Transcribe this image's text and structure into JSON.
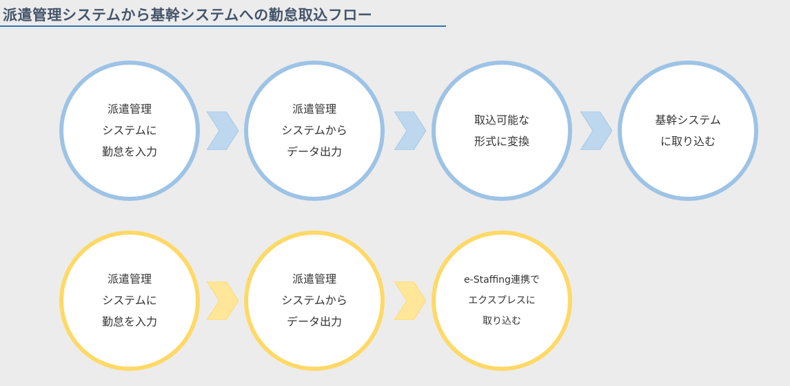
{
  "title": "派遣管理システムから基幹システムへの勤怠取込フロー",
  "rows": [
    {
      "color": "#9dc3e6",
      "chevron_color": "#bdd7ee",
      "steps": [
        {
          "lines": [
            "派遣管理",
            "システムに",
            "勤怠を入力"
          ]
        },
        {
          "lines": [
            "派遣管理",
            "システムから",
            "データ出力"
          ]
        },
        {
          "lines": [
            "取込可能な",
            "形式に変換"
          ]
        },
        {
          "lines": [
            "基幹システム",
            "に取り込む"
          ]
        }
      ]
    },
    {
      "color": "#ffd966",
      "chevron_color": "#ffe699",
      "steps": [
        {
          "lines": [
            "派遣管理",
            "システムに",
            "勤怠を入力"
          ]
        },
        {
          "lines": [
            "派遣管理",
            "システムから",
            "データ出力"
          ]
        },
        {
          "lines": [
            "e-Staffing連携で",
            "エクスプレスに",
            "取り込む"
          ]
        }
      ]
    }
  ]
}
